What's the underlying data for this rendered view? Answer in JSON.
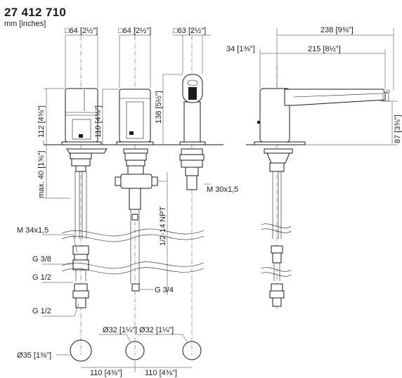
{
  "header": {
    "part_number": "27 412 710",
    "units": "mm [inches]"
  },
  "dimensions": {
    "square_1": {
      "prefix": "□",
      "mm": "64",
      "inch": "2½\""
    },
    "square_2": {
      "prefix": "□",
      "mm": "64",
      "inch": "2½\""
    },
    "square_3": {
      "prefix": "□",
      "mm": "63",
      "inch": "2½\""
    },
    "height_1": {
      "mm": "112",
      "inch": "4⅜\""
    },
    "height_2": {
      "mm": "110",
      "inch": "4⅜\""
    },
    "height_3": {
      "mm": "138",
      "inch": "5½\""
    },
    "max_depth": {
      "prefix": "max.",
      "mm": "40",
      "inch": "1⅝\""
    },
    "overall_length": {
      "mm": "238",
      "inch": "9⅜\""
    },
    "spout_reach": {
      "mm": "215",
      "inch": "8½\""
    },
    "body_offset": {
      "mm": "34",
      "inch": "1⅜\""
    },
    "spout_height": {
      "mm": "87",
      "inch": "3⅜\""
    },
    "hole_dia_1": {
      "prefix": "Ø",
      "mm": "32",
      "inch": "1¼\""
    },
    "hole_dia_2": {
      "prefix": "Ø",
      "mm": "32",
      "inch": "1¼\""
    },
    "rosette_dia": {
      "prefix": "Ø",
      "mm": "35",
      "inch": "1⅜\""
    },
    "spacing_1": {
      "mm": "110",
      "inch": "4⅜\""
    },
    "spacing_2": {
      "mm": "110",
      "inch": "4⅜\""
    }
  },
  "thread_labels": {
    "m34": "M 34x1,5",
    "m30": "M 30x1,5",
    "g38": "G 3/8",
    "g12_upper": "G 1/2",
    "g12_lower": "G 1/2",
    "g34": "G 3/4",
    "npt": "1/2-14 NPT"
  }
}
